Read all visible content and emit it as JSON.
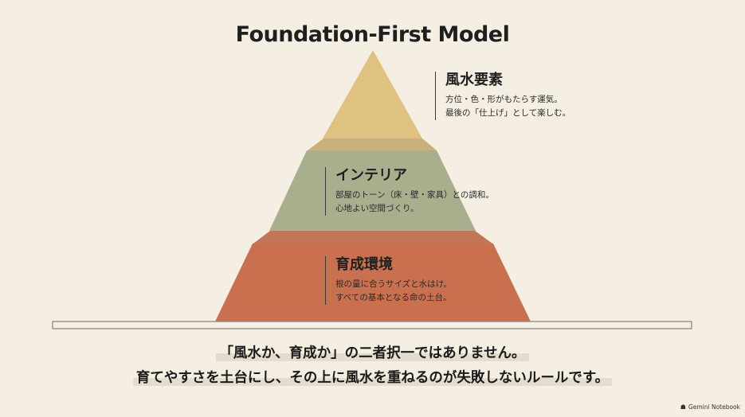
{
  "title": "Foundation-First Model",
  "tiers": {
    "top": {
      "heading": "風水要素",
      "lines": [
        "方位・色・形がもたらす運気。",
        "最後の「仕上げ」として楽しむ。"
      ],
      "color": "#dfc280"
    },
    "middle": {
      "heading": "インテリア",
      "lines": [
        "部屋のトーン（床・壁・家具）との調和。",
        "心地よい空間づくり。"
      ],
      "color": "#a7af8d"
    },
    "base": {
      "heading": "育成環境",
      "lines": [
        "根の量に合うサイズと水はけ。",
        "すべての基本となる命の土台。"
      ],
      "color": "#c9714f"
    }
  },
  "captions": [
    "「風水か、育成か」の二者択一ではありません。",
    "育てやすさを土台にし、その上に風水を重ねるのが失敗しないルールです。"
  ],
  "brand": {
    "icon": "gemini-notebook-icon",
    "label": "Gemini Notebook"
  }
}
